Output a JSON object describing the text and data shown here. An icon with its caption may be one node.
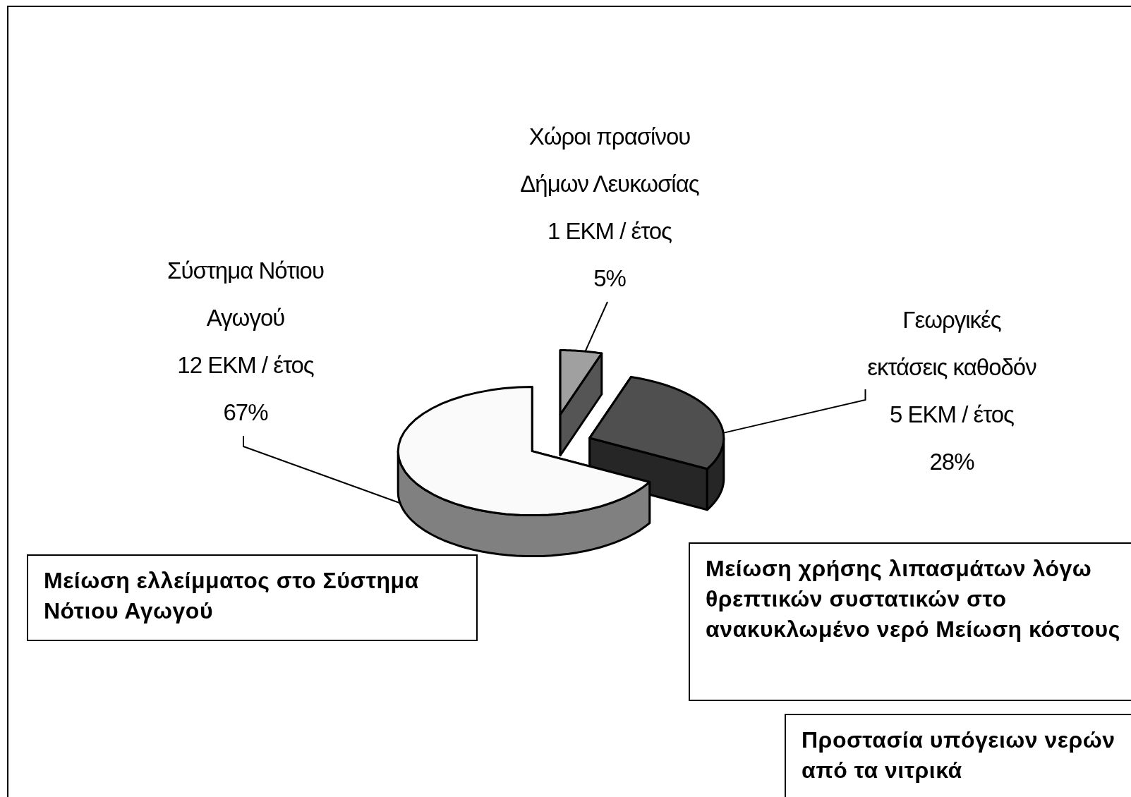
{
  "diagram": {
    "nodes": [
      {
        "text": [
          "Σύστημα Νότιου Αγωγού",
          "12 ΕΚΜ / έτος",
          "67%"
        ]
      },
      {
        "text": [
          "Χώροι πρασίνου Δήμων Λευκωσίας",
          "1 ΕΚΜ / έτος",
          "5%"
        ]
      },
      {
        "text": [
          "Γεωργικές εκτάσεις καθοδόν",
          "5 ΕΚΜ / έτος",
          "28%"
        ]
      },
      {
        "text": [],
        "shape": "wedge"
      },
      {
        "text": [],
        "shape": "wedge"
      },
      {
        "text": [],
        "shape": "wedge"
      },
      {
        "text": [
          "Μείωση ελλείμματος στο Σύστημα Νότιου Αγωγού"
        ]
      },
      {
        "text": [
          "Μείωση χρήσης λιπασμάτων λόγω θρεπτικών συστατικών στο ανακυκλωμένο νερό Μείωση κόστους"
        ]
      },
      {
        "text": [
          "Προστασία υπόγειων νερών από τα νιτρικά"
        ]
      }
    ],
    "edges": [
      {
        "from": 0,
        "to": 3,
        "arrow": "none"
      },
      {
        "from": 1,
        "to": 4,
        "arrow": "none"
      },
      {
        "from": 2,
        "to": 5,
        "arrow": "none"
      }
    ]
  }
}
